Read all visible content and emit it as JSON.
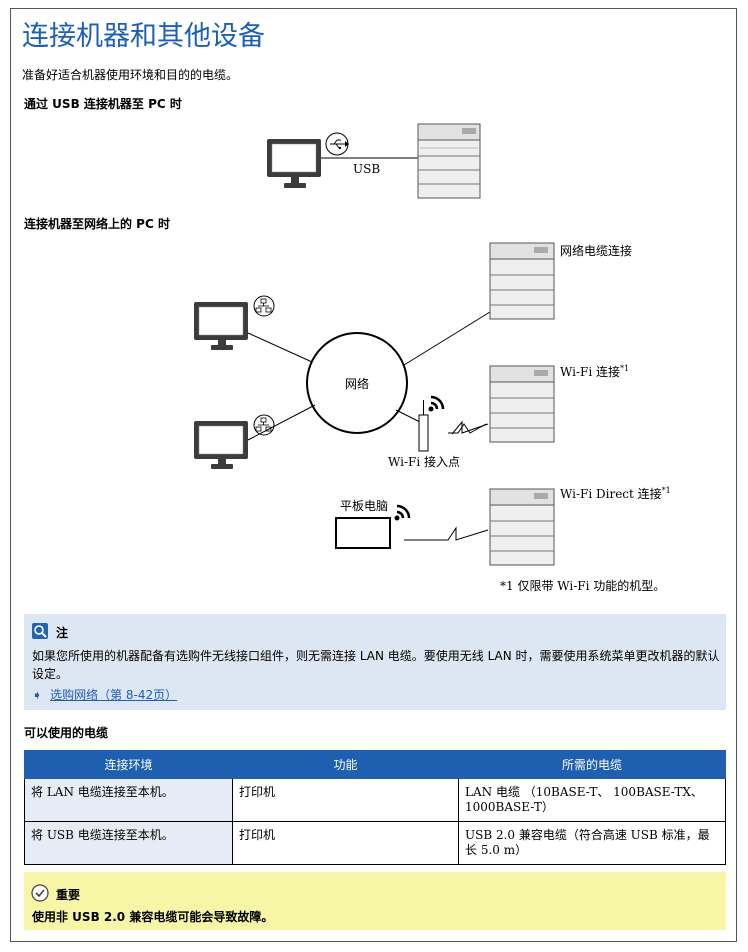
{
  "title": "连接机器和其他设备",
  "intro": "准备好适合机器使用环境和目的的电缆。",
  "usb_section": {
    "heading": "通过 USB 连接机器至 PC 时",
    "usb_label": "USB"
  },
  "network_section": {
    "heading": "连接机器至网络上的 PC 时",
    "network_label": "网络",
    "lan_label": "网络电缆连接",
    "wifi_label": "Wi-Fi 连接",
    "wifi_sup": "*1",
    "ap_label": "Wi-Fi 接入点",
    "tablet_label": "平板电脑",
    "wifi_direct_label": "Wi-Fi Direct 连接",
    "wifi_direct_sup": "*1",
    "footnote": "*1  仅限带 Wi-Fi 功能的机型。"
  },
  "note": {
    "title": "注",
    "text": "如果您所使用的机器配备有选购件无线接口组件，则无需连接 LAN 电缆。要使用无线 LAN 时，需要使用系统菜单更改机器的默认设定。",
    "link_text": "选购网络",
    "link_ref": "（第 8-42页）"
  },
  "cables": {
    "title": "可以使用的电缆",
    "headers": [
      "连接环境",
      "功能",
      "所需的电缆"
    ],
    "rows": [
      {
        "env": "将 LAN 电缆连接至本机。",
        "func": "打印机",
        "cable": "LAN 电缆 （10BASE-T、 100BASE-TX、1000BASE-T）"
      },
      {
        "env": "将 USB 电缆连接至本机。",
        "func": "打印机",
        "cable": "USB 2.0 兼容电缆（符合高速 USB 标准，最长 5.0 m）"
      }
    ]
  },
  "important": {
    "title": "重要",
    "text": "使用非 USB 2.0 兼容电缆可能会导致故障。"
  },
  "colors": {
    "title_blue": "#1d5fb4",
    "table_header": "#1f5fb0",
    "note_bg": "#dde6f3",
    "important_bg": "#f6f6a6"
  }
}
